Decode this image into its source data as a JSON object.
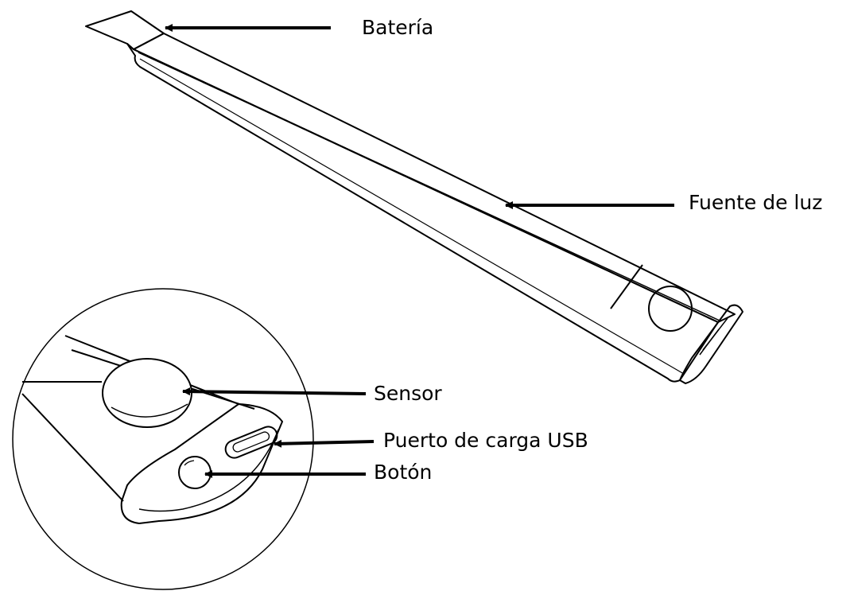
{
  "labels": {
    "battery": "Batería",
    "light_source": "Fuente de luz",
    "sensor": "Sensor",
    "usb_port": "Puerto de carga USB",
    "button": "Botón"
  },
  "colors": {
    "line": "#000000",
    "background": "#ffffff"
  }
}
